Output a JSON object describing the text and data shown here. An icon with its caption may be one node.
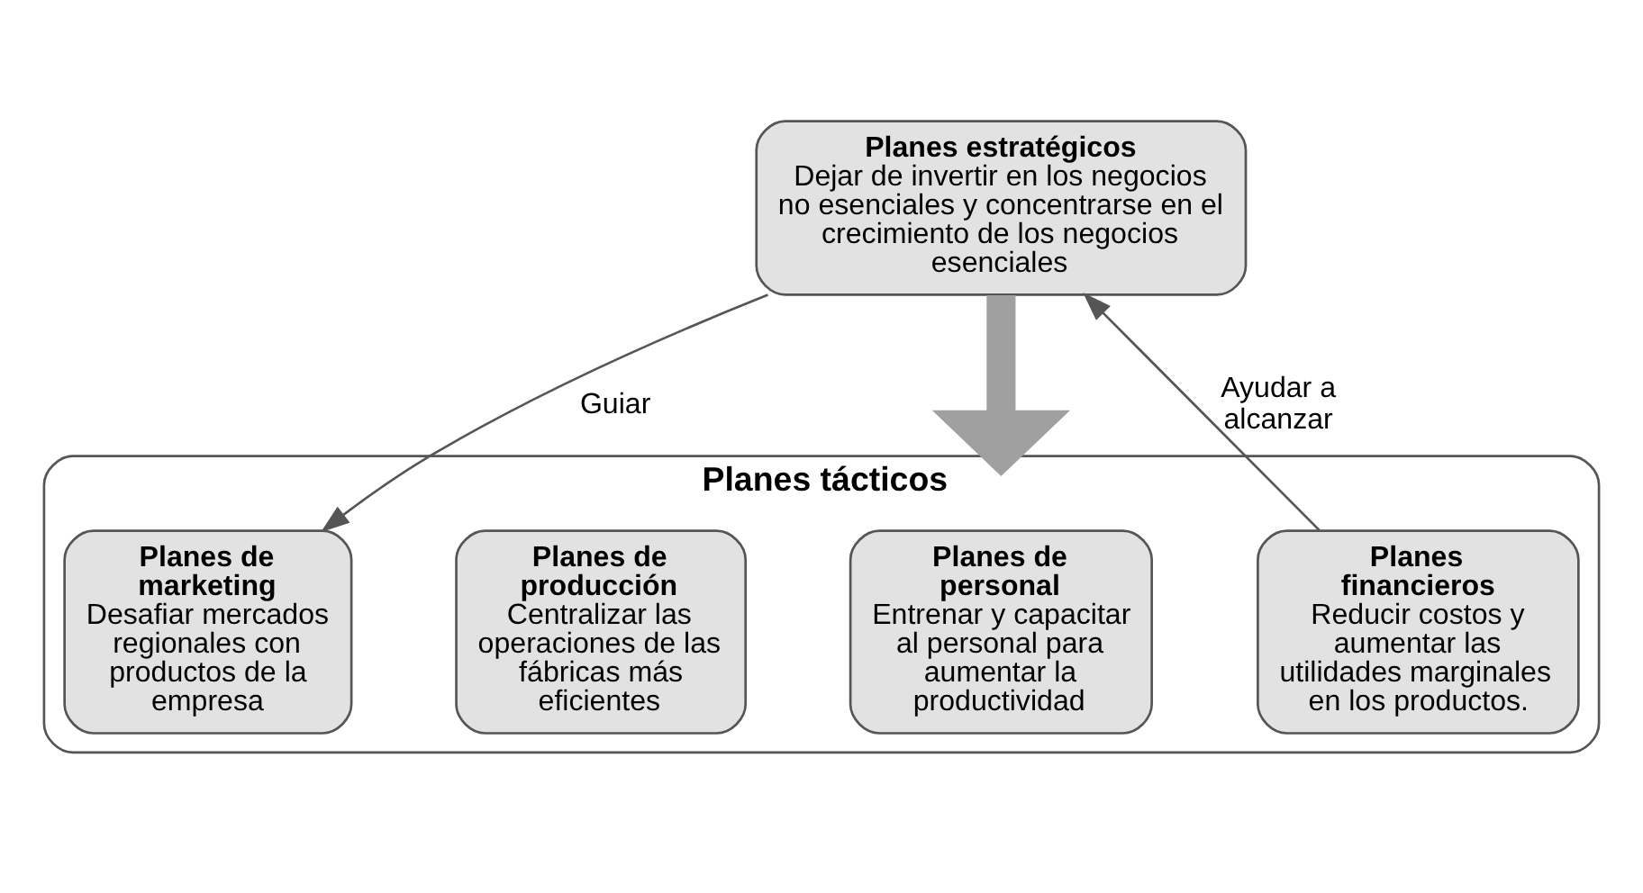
{
  "diagram": {
    "nodes": [
      {
        "text": [
          "Planes estratégicos",
          "Dejar de invertir en los negocios no esenciales y concentrarse en el crecimiento de los negocios esenciales"
        ]
      },
      {
        "text": [
          "Planes tácticos"
        ]
      },
      {
        "text": [
          "Planes de marketing",
          "Desafiar mercados regionales con productos de la empresa"
        ],
        "in": 1
      },
      {
        "text": [
          "Planes de producción",
          "Centralizar las operaciones de las fábricas más eficientes"
        ],
        "in": 1
      },
      {
        "text": [
          "Planes de personal",
          "Entrenar y capacitar al personal para aumentar la productividad"
        ],
        "in": 1
      },
      {
        "text": [
          "Planes financieros",
          "Reducir costos y aumentar las utilidades marginales en los productos."
        ],
        "in": 1
      }
    ],
    "edges": [
      {
        "from": 0,
        "to": 2,
        "arrow": "to",
        "label": "Guiar"
      },
      {
        "from": 0,
        "to": 1,
        "arrow": "to",
        "style": "thick",
        "color": "#a0a0a0"
      },
      {
        "from": 5,
        "to": 0,
        "arrow": "to",
        "label": "Ayudar a alcanzar"
      }
    ]
  }
}
